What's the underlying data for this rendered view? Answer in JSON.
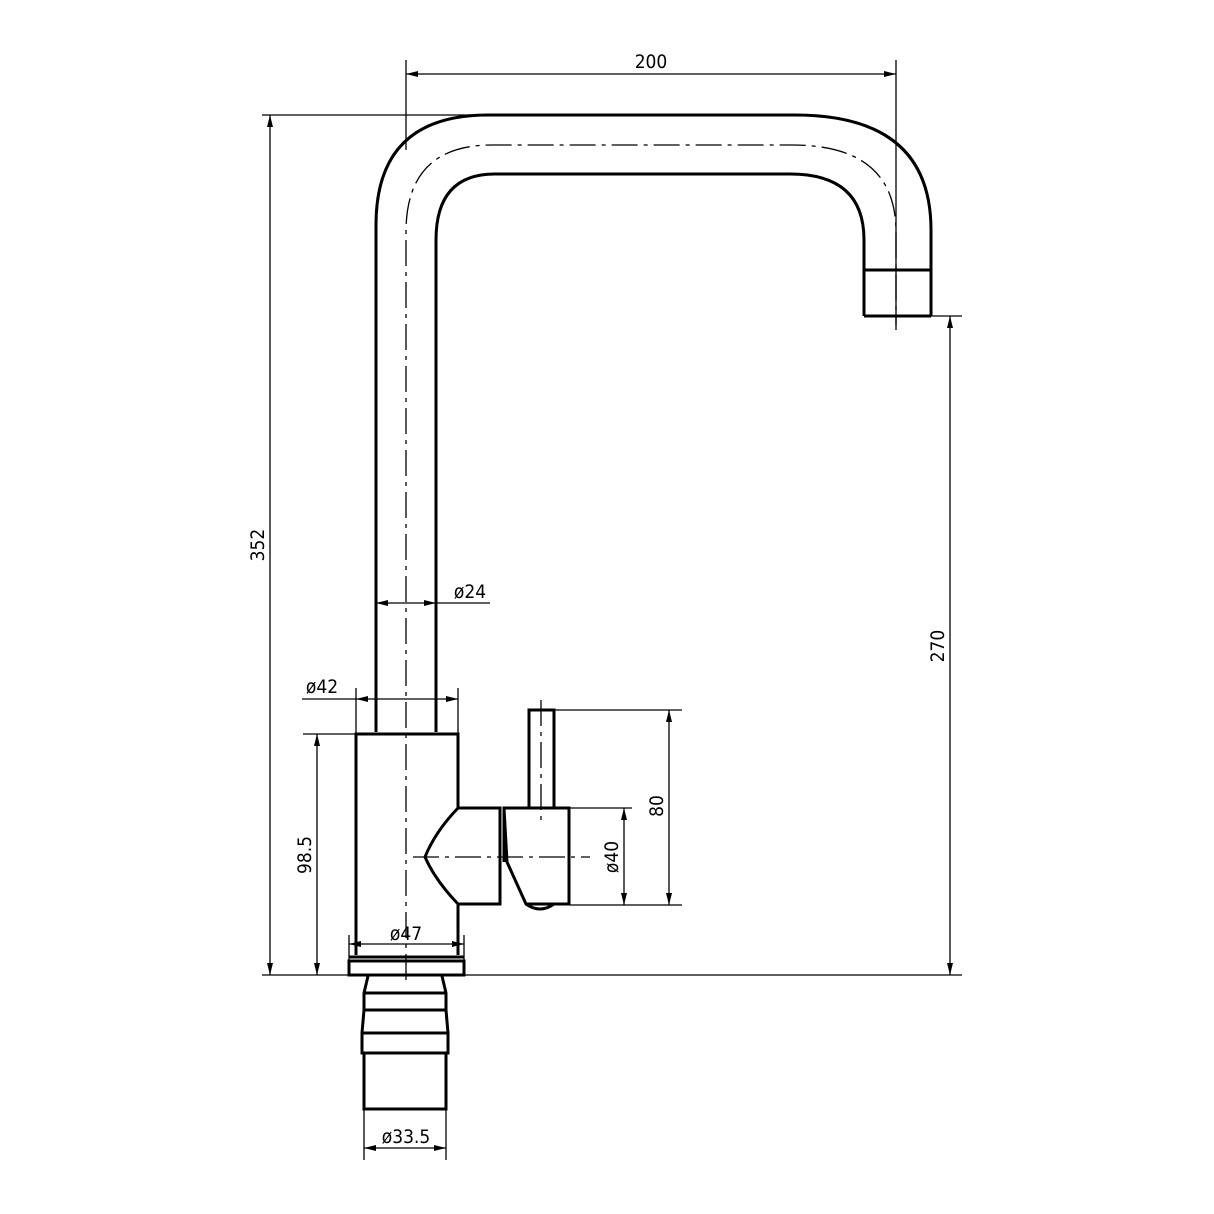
{
  "drawing": {
    "subject": "Kitchen faucet side elevation",
    "colors": {
      "line": "#000000",
      "background": "#ffffff"
    },
    "dimensions": {
      "spout_reach": "200",
      "total_height": "352",
      "spout_outlet_height": "270",
      "spout_tube_diameter": "ø24",
      "body_upper_diameter": "ø42",
      "body_height": "98.5",
      "base_diameter": "ø47",
      "shank_diameter": "ø33.5",
      "handle_height": "80",
      "handle_hub_diameter": "ø40"
    }
  }
}
